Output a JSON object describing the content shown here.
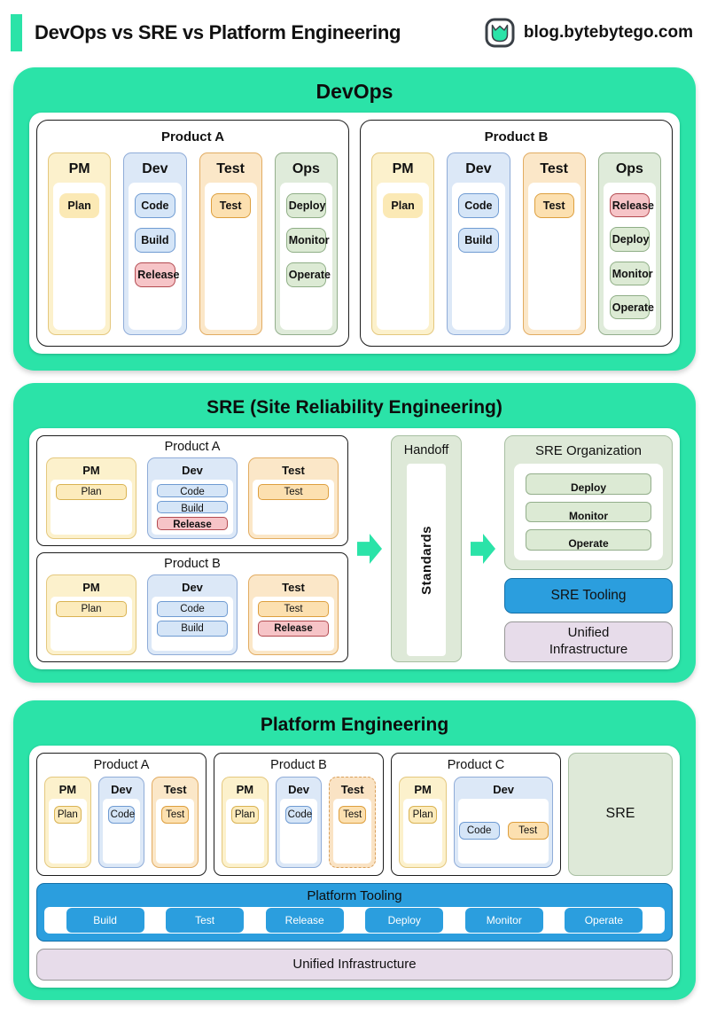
{
  "palette": {
    "teal": "#2BE3A8",
    "tooling_blue": "#2B9EDE",
    "infrastructure_lavender": "#E7DCEA",
    "sre_green": "#DEE9D8",
    "column_yellow": "#FCF1CC",
    "column_blue": "#DCE8F7",
    "column_orange": "#FBE7C8",
    "column_green": "#DFEBDA",
    "release_red": "#F6C4C7"
  },
  "icons": {
    "logo": "bytebytego-logo",
    "arrow": "arrow-right"
  },
  "header": {
    "title": "DevOps vs SRE vs Platform Engineering",
    "site": "blog.bytebytego.com"
  },
  "devops": {
    "title": "DevOps",
    "products": [
      {
        "title": "Product A",
        "columns": [
          {
            "header": "PM",
            "color": "yellow",
            "chips": [
              {
                "label": "Plan",
                "color": "yellow-plain"
              }
            ]
          },
          {
            "header": "Dev",
            "color": "blue",
            "chips": [
              {
                "label": "Code",
                "color": "blue"
              },
              {
                "label": "Build",
                "color": "blue"
              },
              {
                "label": "Release",
                "color": "red"
              }
            ]
          },
          {
            "header": "Test",
            "color": "orange",
            "chips": [
              {
                "label": "Test",
                "color": "orange"
              }
            ]
          },
          {
            "header": "Ops",
            "color": "green",
            "chips": [
              {
                "label": "Deploy",
                "color": "green"
              },
              {
                "label": "Monitor",
                "color": "green"
              },
              {
                "label": "Operate",
                "color": "green"
              }
            ]
          }
        ]
      },
      {
        "title": "Product B",
        "columns": [
          {
            "header": "PM",
            "color": "yellow",
            "chips": [
              {
                "label": "Plan",
                "color": "yellow-plain"
              }
            ]
          },
          {
            "header": "Dev",
            "color": "blue",
            "chips": [
              {
                "label": "Code",
                "color": "blue"
              },
              {
                "label": "Build",
                "color": "blue"
              }
            ]
          },
          {
            "header": "Test",
            "color": "orange",
            "chips": [
              {
                "label": "Test",
                "color": "orange"
              }
            ]
          },
          {
            "header": "Ops",
            "color": "green",
            "chips": [
              {
                "label": "Release",
                "color": "red"
              },
              {
                "label": "Deploy",
                "color": "green"
              },
              {
                "label": "Monitor",
                "color": "green"
              },
              {
                "label": "Operate",
                "color": "green"
              }
            ]
          }
        ]
      }
    ]
  },
  "sre": {
    "title": "SRE (Site Reliability Engineering)",
    "products": [
      {
        "title": "Product A",
        "columns": [
          {
            "header": "PM",
            "color": "yellow",
            "chips": [
              {
                "label": "Plan",
                "color": "yellow"
              }
            ]
          },
          {
            "header": "Dev",
            "color": "blue",
            "chips": [
              {
                "label": "Code",
                "color": "blue"
              },
              {
                "label": "Build",
                "color": "blue"
              },
              {
                "label": "Release",
                "color": "red",
                "bold": true
              }
            ]
          },
          {
            "header": "Test",
            "color": "orange",
            "chips": [
              {
                "label": "Test",
                "color": "orange"
              }
            ]
          }
        ]
      },
      {
        "title": "Product B",
        "columns": [
          {
            "header": "PM",
            "color": "yellow",
            "chips": [
              {
                "label": "Plan",
                "color": "yellow"
              }
            ]
          },
          {
            "header": "Dev",
            "color": "blue",
            "chips": [
              {
                "label": "Code",
                "color": "blue"
              },
              {
                "label": "Build",
                "color": "blue"
              }
            ]
          },
          {
            "header": "Test",
            "color": "orange",
            "chips": [
              {
                "label": "Test",
                "color": "orange"
              },
              {
                "label": "Release",
                "color": "red",
                "bold": true
              }
            ]
          }
        ]
      }
    ],
    "handoff": {
      "title": "Handoff",
      "vertical_label": "Standards"
    },
    "organization": {
      "title": "SRE Organization",
      "chips": [
        {
          "label": "Deploy"
        },
        {
          "label": "Monitor"
        },
        {
          "label": "Operate"
        }
      ]
    },
    "tooling_label": "SRE Tooling",
    "infrastructure_label": "Unified Infrastructure"
  },
  "platform": {
    "title": "Platform Engineering",
    "products": [
      {
        "title": "Product A",
        "columns": [
          {
            "header": "PM",
            "color": "yellow",
            "chips": [
              {
                "label": "Plan",
                "color": "yellow"
              }
            ]
          },
          {
            "header": "Dev",
            "color": "blue",
            "chips": [
              {
                "label": "Code",
                "color": "blue"
              }
            ]
          },
          {
            "header": "Test",
            "color": "orange",
            "chips": [
              {
                "label": "Test",
                "color": "orange"
              }
            ]
          }
        ]
      },
      {
        "title": "Product B",
        "columns": [
          {
            "header": "PM",
            "color": "yellow",
            "chips": [
              {
                "label": "Plan",
                "color": "yellow"
              }
            ]
          },
          {
            "header": "Dev",
            "color": "blue",
            "chips": [
              {
                "label": "Code",
                "color": "blue"
              }
            ]
          },
          {
            "header": "Test",
            "color": "orange",
            "dashed": true,
            "chips": [
              {
                "label": "Test",
                "color": "orange"
              }
            ]
          }
        ]
      },
      {
        "title": "Product C",
        "columns": [
          {
            "header": "PM",
            "color": "yellow",
            "chips": [
              {
                "label": "Plan",
                "color": "yellow"
              }
            ]
          },
          {
            "header": "Dev",
            "color": "blue",
            "wide": true,
            "row": true,
            "chips": [
              {
                "label": "Code",
                "color": "blue"
              },
              {
                "label": "Test",
                "color": "orange"
              }
            ]
          }
        ]
      }
    ],
    "sre_box_label": "SRE",
    "tooling": {
      "title": "Platform Tooling",
      "chips": [
        "Build",
        "Test",
        "Release",
        "Deploy",
        "Monitor",
        "Operate"
      ]
    },
    "infrastructure_label": "Unified Infrastructure"
  }
}
